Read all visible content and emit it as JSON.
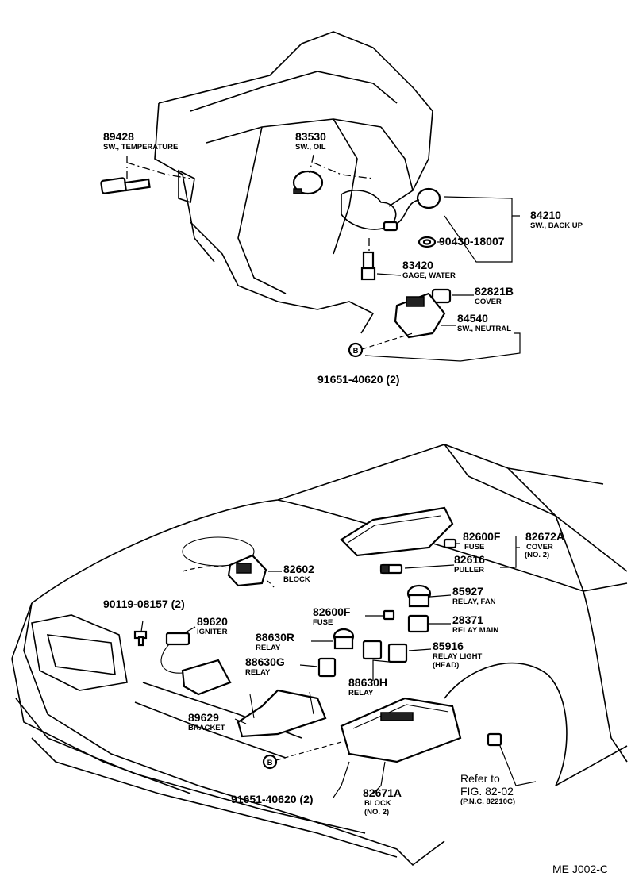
{
  "figure_code": "ME J002-C",
  "engine_callouts": [
    {
      "id": "89428",
      "desc": "SW., TEMPERATURE"
    },
    {
      "id": "83530",
      "desc": "SW., OIL"
    },
    {
      "id": "84210",
      "desc": "SW., BACK UP"
    },
    {
      "id": "90430-18007",
      "desc": ""
    },
    {
      "id": "83420",
      "desc": "GAGE, WATER"
    },
    {
      "id": "82821B",
      "desc": "COVER"
    },
    {
      "id": "84540",
      "desc": "SW., NEUTRAL"
    },
    {
      "id": "91651-40620 (2)",
      "desc": ""
    }
  ],
  "engine_marker": "B",
  "car_callouts": [
    {
      "id": "82602",
      "desc": "BLOCK"
    },
    {
      "id": "82600F",
      "desc": "FUSE"
    },
    {
      "id": "82672A",
      "desc": "COVER",
      "desc2": "(NO. 2)"
    },
    {
      "id": "82616",
      "desc": "PULLER"
    },
    {
      "id": "90119-08157 (2)",
      "desc": ""
    },
    {
      "id": "89620",
      "desc": "IGNITER"
    },
    {
      "id": "85927",
      "desc": "RELAY, FAN"
    },
    {
      "id": "82600F",
      "desc": "FUSE"
    },
    {
      "id": "28371",
      "desc": "RELAY MAIN"
    },
    {
      "id": "88630R",
      "desc": "RELAY"
    },
    {
      "id": "85916",
      "desc": "RELAY LIGHT",
      "desc2": "(HEAD)"
    },
    {
      "id": "88630G",
      "desc": "RELAY"
    },
    {
      "id": "88630H",
      "desc": "RELAY"
    },
    {
      "id": "89629",
      "desc": "BRACKET"
    },
    {
      "id": "91651-40620 (2)",
      "desc": ""
    },
    {
      "id": "82671A",
      "desc": "BLOCK",
      "desc2": "(NO. 2)"
    }
  ],
  "car_marker": "B",
  "refer_note": {
    "line1": "Refer to",
    "line2": "FIG. 82-02",
    "line3": "(P.N.C. 82210C)"
  }
}
